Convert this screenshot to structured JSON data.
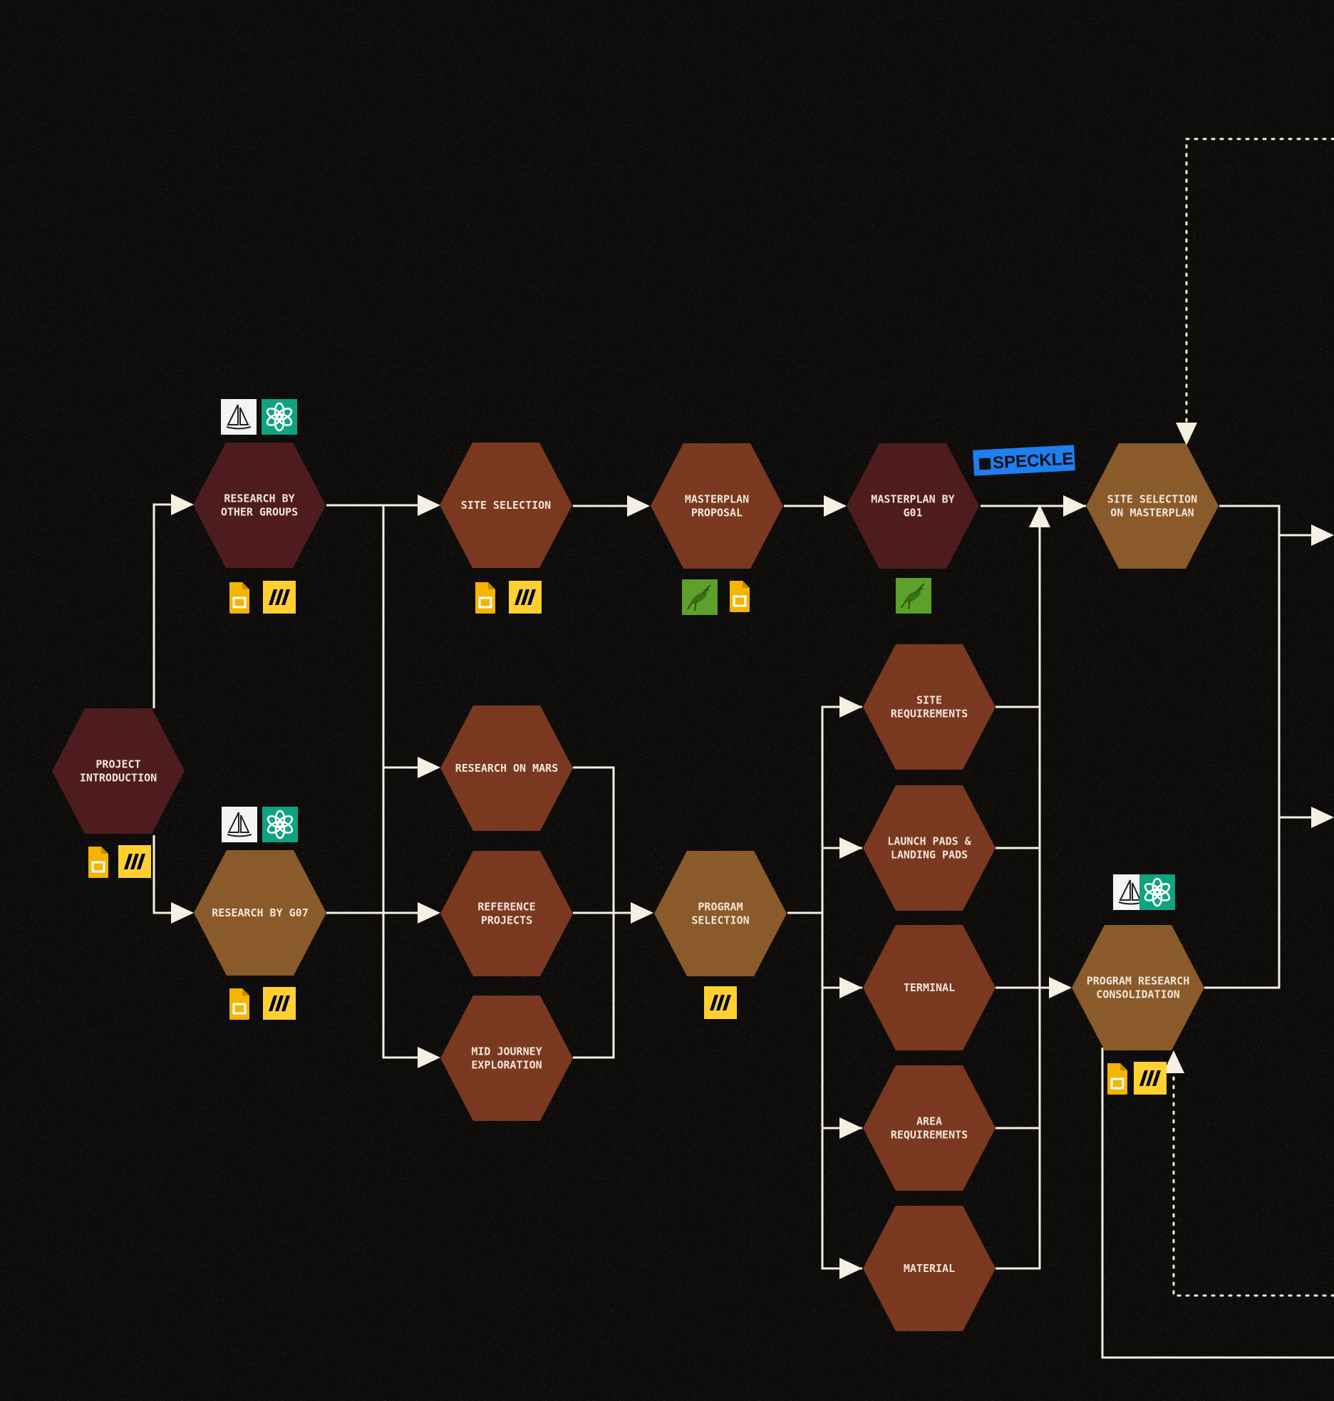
{
  "colors": {
    "background": "#0d0c0b",
    "line": "#f4f0e2",
    "dark_red": "#4e1c1e",
    "rust": "#7a3820",
    "ochre": "#8a5a2a",
    "label": "#f1e6d8",
    "slides_yellow": "#f5b400",
    "miro_yellow": "#ffd02f",
    "chatgpt_teal": "#10a37f",
    "midjourney_white": "#f4f4f2",
    "grasshopper_green": "#5da02a",
    "speckle_blue": "#1f7ef0"
  },
  "nodes": [
    {
      "id": "project-introduction",
      "lines": [
        "PROJECT",
        "INTRODUCTION"
      ],
      "tone": "dark_red"
    },
    {
      "id": "research-by-other-groups",
      "lines": [
        "RESEARCH BY",
        "OTHER GROUPS"
      ],
      "tone": "dark_red"
    },
    {
      "id": "research-by-g07",
      "lines": [
        "RESEARCH BY G07"
      ],
      "tone": "ochre"
    },
    {
      "id": "site-selection",
      "lines": [
        "SITE SELECTION"
      ],
      "tone": "rust"
    },
    {
      "id": "research-on-mars",
      "lines": [
        "RESEARCH ON MARS"
      ],
      "tone": "rust"
    },
    {
      "id": "reference-projects",
      "lines": [
        "REFERENCE",
        "PROJECTS"
      ],
      "tone": "rust"
    },
    {
      "id": "mid-journey-exploration",
      "lines": [
        "MID JOURNEY",
        "EXPLORATION"
      ],
      "tone": "rust"
    },
    {
      "id": "masterplan-proposal",
      "lines": [
        "MASTERPLAN",
        "PROPOSAL"
      ],
      "tone": "rust"
    },
    {
      "id": "program-selection",
      "lines": [
        "PROGRAM",
        "SELECTION"
      ],
      "tone": "ochre"
    },
    {
      "id": "masterplan-by-g01",
      "lines": [
        "MASTERPLAN BY",
        "G01"
      ],
      "tone": "dark_red"
    },
    {
      "id": "site-requirements",
      "lines": [
        "SITE",
        "REQUIREMENTS"
      ],
      "tone": "rust"
    },
    {
      "id": "launch-pads",
      "lines": [
        "LAUNCH PADS &",
        "LANDING PADS"
      ],
      "tone": "rust"
    },
    {
      "id": "terminal",
      "lines": [
        "TERMINAL"
      ],
      "tone": "rust"
    },
    {
      "id": "area-requirements",
      "lines": [
        "AREA",
        "REQUIREMENTS"
      ],
      "tone": "rust"
    },
    {
      "id": "material",
      "lines": [
        "MATERIAL"
      ],
      "tone": "rust"
    },
    {
      "id": "site-selection-on-masterplan",
      "lines": [
        "SITE SELECTION",
        "ON MASTERPLAN"
      ],
      "tone": "ochre"
    },
    {
      "id": "program-research-consolidation",
      "lines": [
        "PROGRAM RESEARCH",
        "CONSOLIDATION"
      ],
      "tone": "ochre"
    }
  ],
  "edges": [
    {
      "from": "project-introduction",
      "to": "research-by-other-groups"
    },
    {
      "from": "project-introduction",
      "to": "research-by-g07"
    },
    {
      "from": "research-by-other-groups",
      "to": "site-selection"
    },
    {
      "from": "research-by-other-groups",
      "to": "research-on-mars"
    },
    {
      "from": "research-by-other-groups",
      "to": "mid-journey-exploration"
    },
    {
      "from": "research-by-g07",
      "to": "reference-projects"
    },
    {
      "from": "site-selection",
      "to": "masterplan-proposal"
    },
    {
      "from": "masterplan-proposal",
      "to": "masterplan-by-g01"
    },
    {
      "from": "masterplan-by-g01",
      "to": "site-selection-on-masterplan"
    },
    {
      "from": "research-on-mars",
      "to": "program-selection"
    },
    {
      "from": "reference-projects",
      "to": "program-selection"
    },
    {
      "from": "mid-journey-exploration",
      "to": "program-selection"
    },
    {
      "from": "program-selection",
      "to": "site-requirements"
    },
    {
      "from": "program-selection",
      "to": "launch-pads"
    },
    {
      "from": "program-selection",
      "to": "terminal"
    },
    {
      "from": "program-selection",
      "to": "area-requirements"
    },
    {
      "from": "program-selection",
      "to": "material"
    },
    {
      "from": "site-requirements",
      "to": "site-selection-on-masterplan"
    },
    {
      "from": "terminal",
      "to": "program-research-consolidation"
    },
    {
      "from": "program-research-consolidation",
      "to": "site-selection-on-masterplan"
    }
  ],
  "tool_icons": {
    "research-by-other-groups": {
      "above": [
        "midjourney-icon",
        "chatgpt-icon"
      ],
      "below": [
        "google-slides-icon",
        "miro-icon"
      ]
    },
    "project-introduction": {
      "below": [
        "google-slides-icon",
        "miro-icon"
      ]
    },
    "research-by-g07": {
      "above": [
        "midjourney-icon",
        "chatgpt-icon"
      ],
      "below": [
        "google-slides-icon",
        "miro-icon"
      ]
    },
    "site-selection": {
      "below": [
        "google-slides-icon",
        "miro-icon"
      ]
    },
    "masterplan-proposal": {
      "below": [
        "grasshopper-icon",
        "google-slides-icon"
      ]
    },
    "masterplan-by-g01": {
      "below": [
        "grasshopper-icon"
      ]
    },
    "program-selection": {
      "below": [
        "miro-icon"
      ]
    },
    "program-research-consolidation": {
      "above": [
        "midjourney-icon",
        "chatgpt-icon"
      ],
      "below": [
        "google-slides-icon",
        "miro-icon"
      ]
    }
  },
  "speckle_badge": {
    "text": "SPECKLE",
    "near": "masterplan-by-g01"
  }
}
